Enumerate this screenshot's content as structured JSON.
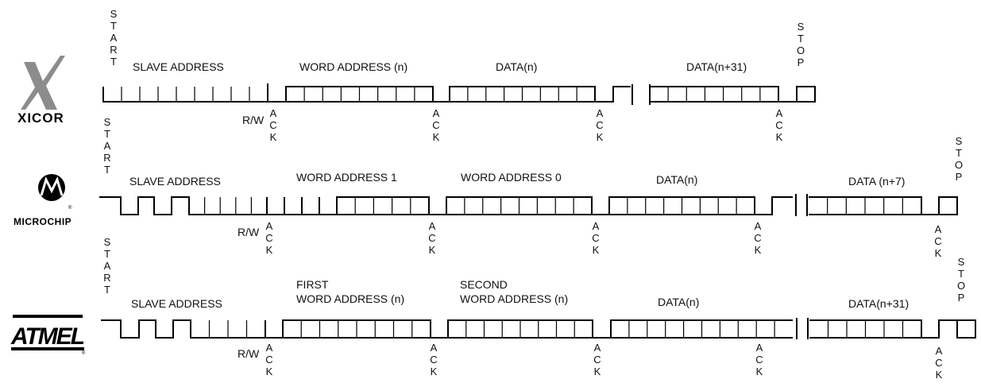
{
  "logos": {
    "xicor": "XICOR",
    "microchip": "MICROCHIP",
    "atmel": "ATMEL"
  },
  "row1": {
    "start": "START",
    "slave_address": "SLAVE ADDRESS",
    "word_address": "WORD ADDRESS (n)",
    "data_n": "DATA(n)",
    "data_last": "DATA(n+31)",
    "stop": "STOP",
    "rw": "R/W",
    "ack": "ACK"
  },
  "row2": {
    "start": "START",
    "slave_address": "SLAVE ADDRESS",
    "word_address_1": "WORD ADDRESS 1",
    "word_address_0": "WORD ADDRESS 0",
    "data_n": "DATA(n)",
    "data_last": "DATA (n+7)",
    "stop": "STOP",
    "rw": "R/W",
    "ack": "ACK"
  },
  "row3": {
    "start": "START",
    "slave_address": "SLAVE ADDRESS",
    "first_line1": "FIRST",
    "first_line2": "WORD ADDRESS (n)",
    "second_line1": "SECOND",
    "second_line2": "WORD ADDRESS (n)",
    "data_n": "DATA(n)",
    "data_last": "DATA(n+31)",
    "stop": "STOP",
    "rw": "R/W",
    "ack": "ACK"
  }
}
